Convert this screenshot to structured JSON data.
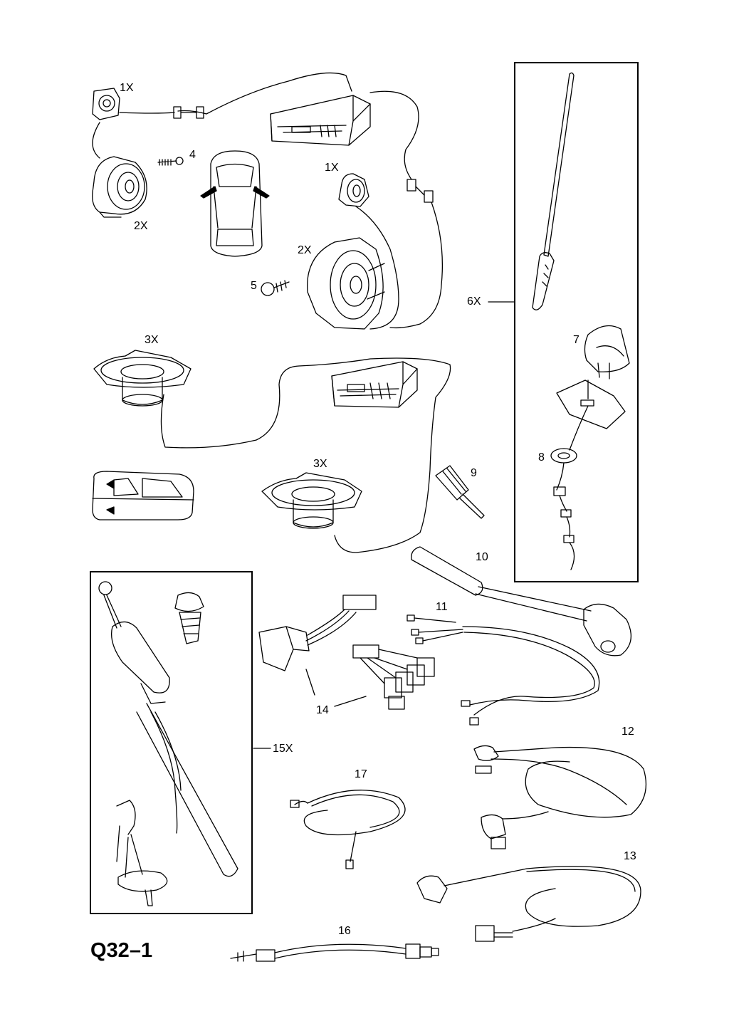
{
  "diagram_code": "Q32–1",
  "labels": {
    "l1x_a": "1X",
    "l1x_b": "1X",
    "l2x_a": "2X",
    "l2x_b": "2X",
    "l3x_a": "3X",
    "l3x_b": "3X",
    "l4": "4",
    "l5": "5",
    "l6x": "6X",
    "l7": "7",
    "l8": "8",
    "l9": "9",
    "l10": "10",
    "l11": "11",
    "l12": "12",
    "l13": "13",
    "l14": "14",
    "l15x": "15X",
    "l16": "16",
    "l17": "17"
  }
}
